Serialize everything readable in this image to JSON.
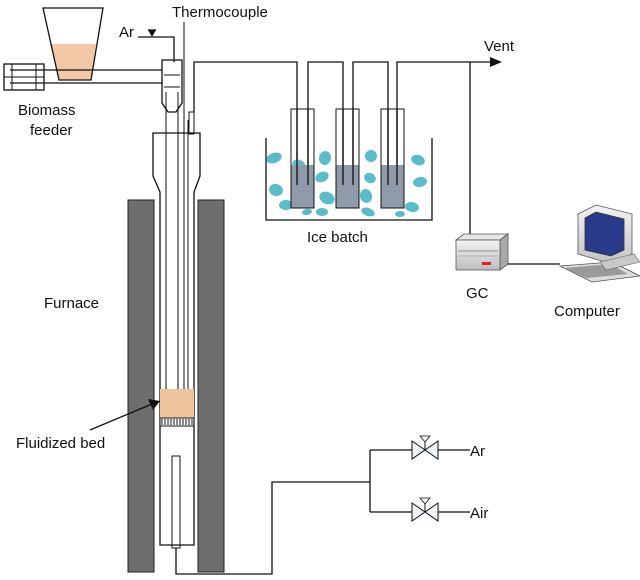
{
  "labels": {
    "thermocouple": "Thermocouple",
    "ar_top": "Ar",
    "vent": "Vent",
    "biomass_line1": "Biomass",
    "biomass_line2": "feeder",
    "ice_batch": "Ice batch",
    "gc": "GC",
    "computer": "Computer",
    "furnace": "Furnace",
    "fluidized_bed": "Fluidized bed",
    "ar_valve": "Ar",
    "air_valve": "Air"
  },
  "colors": {
    "biomass": "#f2c8a6",
    "bed": "#efc39b",
    "furnace": "#6e6e6e",
    "ice": "#5bbcc9",
    "liquid": "#8f9aaa",
    "gc_indicator": "#e0202a",
    "screen": "#2a3a8a"
  }
}
